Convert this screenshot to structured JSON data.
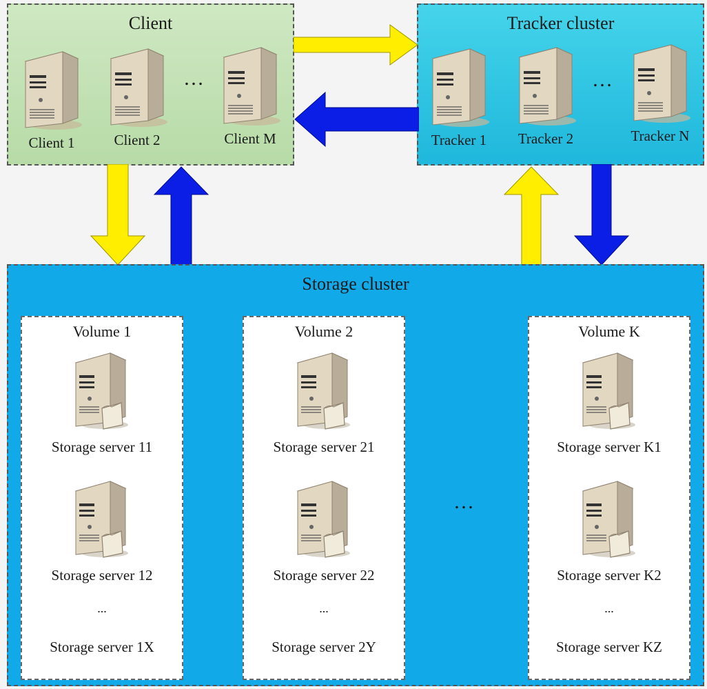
{
  "colors": {
    "client_bg": "#c3e2b5",
    "tracker_bg": "#29c3e3",
    "storage_bg": "#12a9e8",
    "yellow_arrow": "#ffee00",
    "blue_arrow": "#0a1ee6"
  },
  "client_cluster": {
    "title": "Client",
    "nodes": [
      {
        "label": "Client 1",
        "icon": "server-icon"
      },
      {
        "label": "Client 2",
        "icon": "server-icon"
      },
      {
        "label": "Client M",
        "icon": "server-icon"
      }
    ],
    "ellipsis": "…"
  },
  "tracker_cluster": {
    "title": "Tracker cluster",
    "nodes": [
      {
        "label": "Tracker 1",
        "icon": "server-icon"
      },
      {
        "label": "Tracker 2",
        "icon": "server-icon"
      },
      {
        "label": "Tracker N",
        "icon": "server-icon"
      }
    ],
    "ellipsis": "…"
  },
  "storage_cluster": {
    "title": "Storage cluster",
    "volumes": [
      {
        "title": "Volume 1",
        "servers": [
          "Storage server 11",
          "Storage server 12"
        ],
        "ellipsis": "...",
        "last": "Storage server 1X"
      },
      {
        "title": "Volume 2",
        "servers": [
          "Storage server 21",
          "Storage server 22"
        ],
        "ellipsis": "...",
        "last": "Storage server 2Y"
      },
      {
        "title": "Volume K",
        "servers": [
          "Storage server K1",
          "Storage server K2"
        ],
        "ellipsis": "...",
        "last": "Storage server KZ"
      }
    ],
    "between_volumes_ellipsis": "…"
  }
}
